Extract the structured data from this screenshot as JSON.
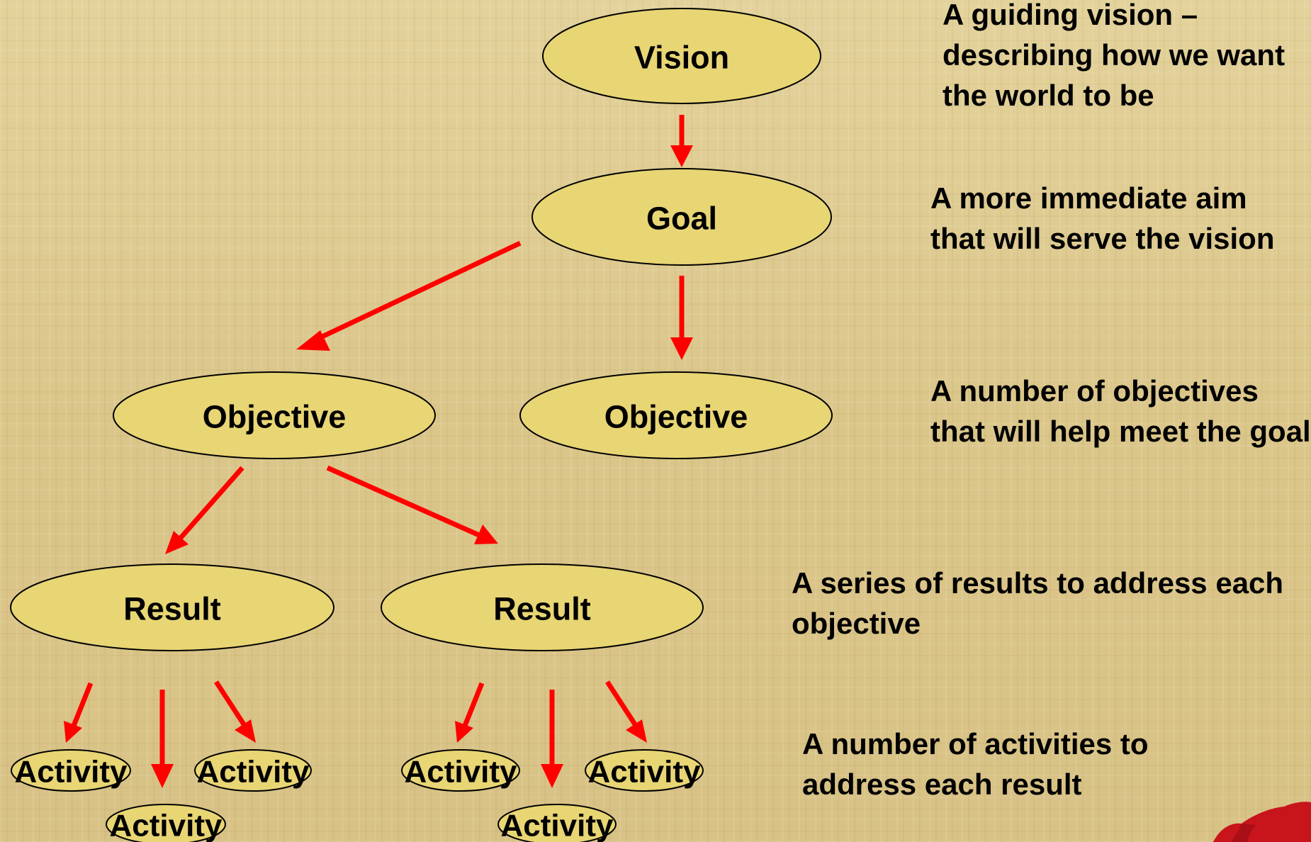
{
  "nodes": {
    "vision": "Vision",
    "goal": "Goal",
    "objective_left": "Objective",
    "objective_right": "Objective",
    "result_left": "Result",
    "result_right": "Result",
    "activities_left": [
      "Activity",
      "Activity",
      "Activity"
    ],
    "activities_right": [
      "Activity",
      "Activity",
      "Activity"
    ]
  },
  "descriptions": {
    "vision": "A guiding vision – describing how we want the world to be",
    "goal": "A more immediate aim that will serve the vision",
    "objectives": "A number of objectives that will help meet the goal",
    "results": "A series of results to address each objective",
    "activities": "A number of activities to address each result"
  },
  "colors": {
    "node_fill": "#e8d574",
    "arrow": "#ff0000",
    "background": "#dcc98f",
    "logo": "#c8141b"
  },
  "icons": {
    "logo": "red-animal-logo"
  }
}
